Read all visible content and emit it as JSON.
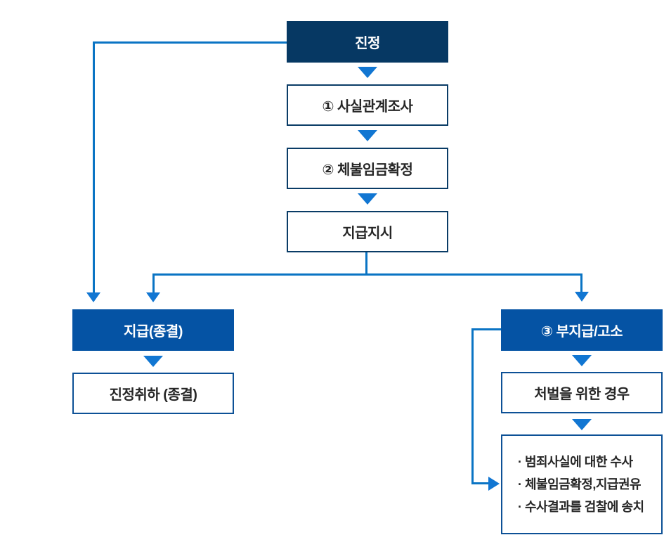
{
  "flow": {
    "start": "진정",
    "step1": "① 사실관계조사",
    "step2": "② 체불임금확정",
    "step3": "지급지시",
    "left_branch": {
      "result": "지급(종결)",
      "end": "진정취하 (종결)"
    },
    "right_branch": {
      "result": "③ 부지급/고소",
      "condition": "처벌을 위한 경우",
      "details": [
        "· 범죄사실에 대한 수사",
        "· 체불임금확정,지급권유",
        "· 수사결과를 검찰에 송치"
      ]
    }
  },
  "colors": {
    "navy_fill": "#063863",
    "blue_fill": "#0553a4",
    "connector_blue": "#0a74c4",
    "arrow_blue": "#1176d2",
    "outline_navy": "#0a3c66",
    "outline_blue": "#0d5196",
    "text_dark": "#262626",
    "text_light": "#ffffff"
  }
}
